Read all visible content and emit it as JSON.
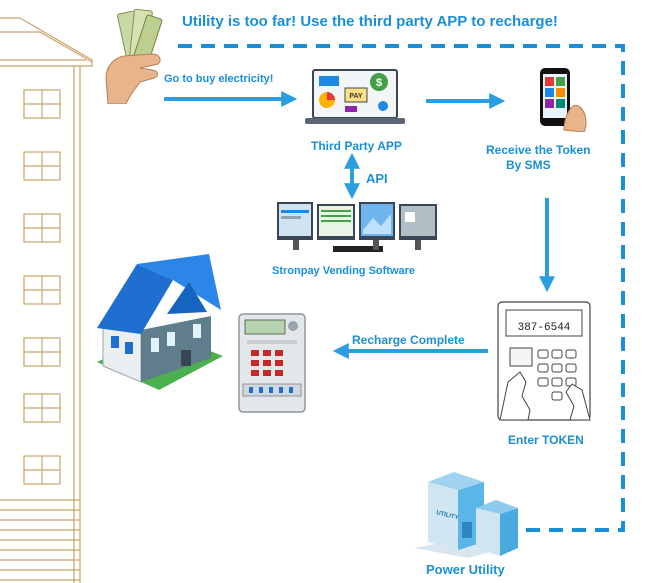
{
  "banner": "Utility is too far!  Use the third party APP to recharge!",
  "labels": {
    "buy": "Go to buy electricity!",
    "app": "Third Party APP",
    "api": "API",
    "vending": "Stronpay Vending Software",
    "receive_line1": "Receive the Token",
    "receive_line2": "By SMS",
    "recharge": "Recharge Complete",
    "enter": "Enter TOKEN",
    "utility": "Power Utility"
  },
  "screen_text": {
    "pay_word": "PAY",
    "keypad_display": "387-6544",
    "utility_sign": "UTILITY"
  },
  "colors": {
    "accent": "#1a8fd6",
    "arrow": "#2a9ee0",
    "dash": "#1a8fd6",
    "building_line": "#c9a56a"
  },
  "icons": [
    "money-hand-icon",
    "laptop-app-icon",
    "smartphone-sms-icon",
    "vending-monitors-icon",
    "house-icon",
    "electric-meter-icon",
    "keypad-token-icon",
    "power-utility-building-icon",
    "apartment-building-outline"
  ]
}
